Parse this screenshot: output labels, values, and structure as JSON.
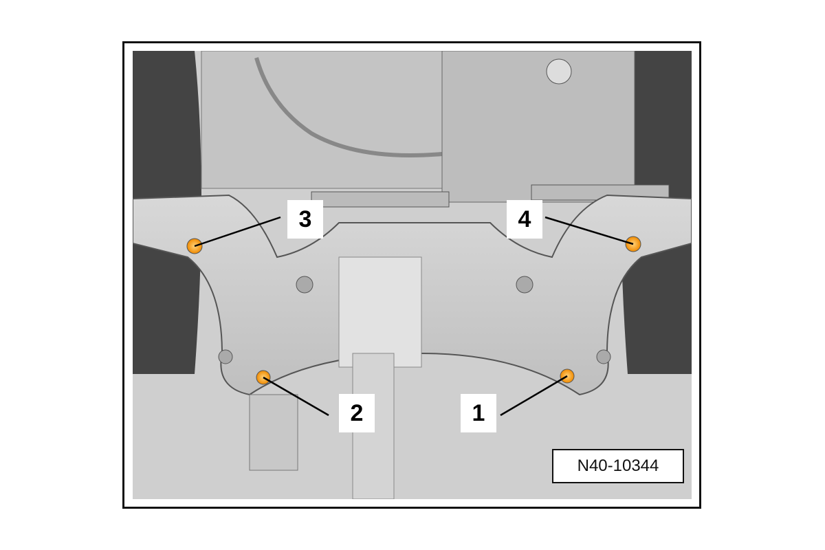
{
  "figure": {
    "id_label": "N40-10344",
    "callouts": [
      {
        "number": "1",
        "label": "1"
      },
      {
        "number": "2",
        "label": "2"
      },
      {
        "number": "3",
        "label": "3"
      },
      {
        "number": "4",
        "label": "4"
      }
    ],
    "bolt_color": "#f5a623"
  }
}
